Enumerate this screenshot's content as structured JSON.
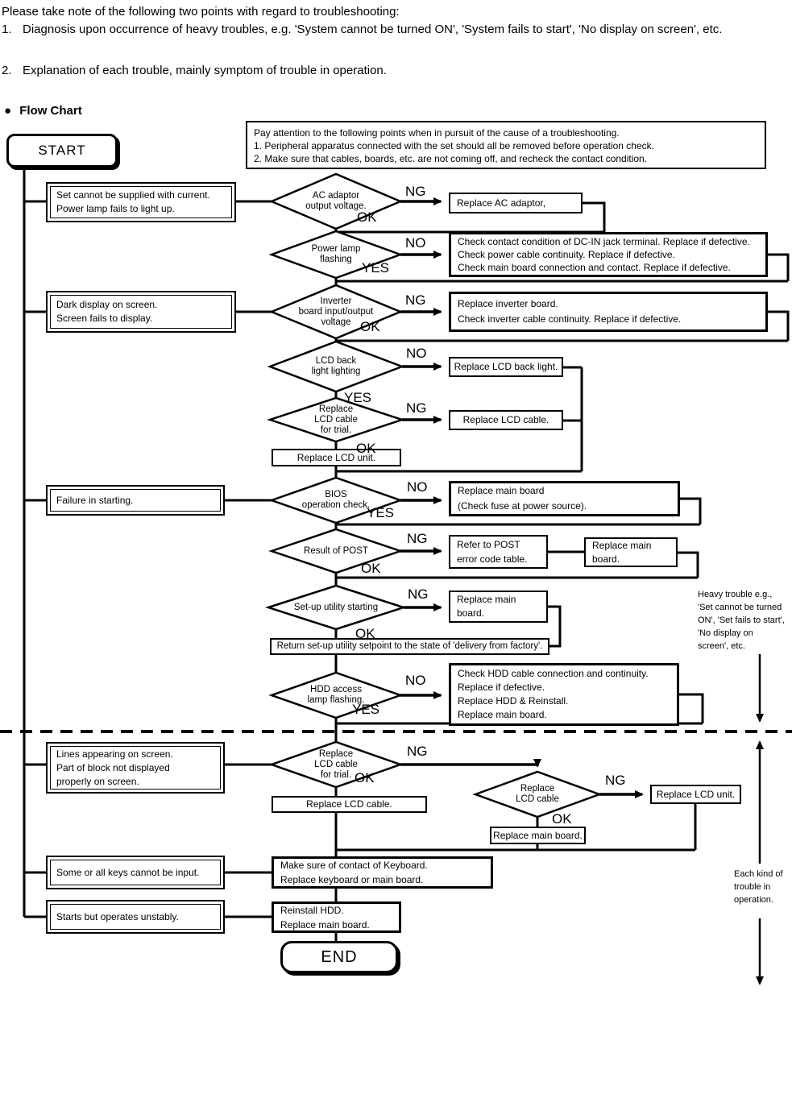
{
  "colors": {
    "ink": "#000000",
    "paper": "#ffffff"
  },
  "header": {
    "intro": "Please take note of the following two points with regard to troubleshooting:",
    "item1_num": "1.",
    "item1_text": "Diagnosis upon occurrence of heavy troubles, e.g. 'System cannot be turned ON',  'System fails to start', 'No display on screen', etc.",
    "item2_num": "2.",
    "item2_text": "Explanation of each trouble, mainly symptom of trouble in operation.",
    "section_bullet": "●",
    "section_title": "Flow Chart"
  },
  "labels": {
    "ng": "NG",
    "no": "NO",
    "ok": "OK",
    "yes": "YES"
  },
  "terminals": {
    "start": "START",
    "end": "END"
  },
  "note": {
    "line1": "Pay attention to the following points when in pursuit of the cause of a troubleshooting.",
    "line2": "1. Peripheral apparatus connected with the set should all be removed before operation check.",
    "line3": "2. Make sure that cables, boards, etc. are not coming off, and recheck the contact condition."
  },
  "symptoms": {
    "power": {
      "line1": "Set cannot be supplied with current.",
      "line2": "Power lamp fails to light up."
    },
    "display": {
      "line1": "Dark display on screen.",
      "line2": "Screen fails to display."
    },
    "starting": {
      "line1": "Failure in starting."
    },
    "lines": {
      "line1": "Lines appearing on screen.",
      "line2": "Part of block not displayed",
      "line3": "properly on screen."
    },
    "keys": {
      "line1": "Some or all keys cannot be input."
    },
    "unstable": {
      "line1": "Starts but operates unstably."
    }
  },
  "decisions": {
    "ac_adaptor": {
      "line1": "AC adaptor",
      "line2": "output voltage."
    },
    "power_lamp": {
      "line1": "Power lamp",
      "line2": "flashing"
    },
    "inverter": {
      "line1": "Inverter",
      "line2": "board input/output",
      "line3": "voltage"
    },
    "backlight": {
      "line1": "LCD back",
      "line2": "light lighting"
    },
    "lcd_cable_trial1": {
      "line1": "Replace",
      "line2": "LCD cable",
      "line3": "for trial."
    },
    "bios": {
      "line1": "BIOS",
      "line2": "operation check."
    },
    "post": {
      "line1": "Result of POST"
    },
    "setup": {
      "line1": "Set-up utility starting"
    },
    "hdd_lamp": {
      "line1": "HDD access",
      "line2": "lamp flashing."
    },
    "lcd_cable_trial2": {
      "line1": "Replace",
      "line2": "LCD cable",
      "line3": "for trial."
    },
    "lcd_cable2": {
      "line1": "Replace",
      "line2": "LCD cable"
    }
  },
  "actions": {
    "ac": {
      "line1": "Replace AC adaptor,"
    },
    "dcin": {
      "line1": "Check contact condition of DC-IN jack terminal. Replace if defective.",
      "line2": "Check power cable continuity.  Replace if defective.",
      "line3": "Check main board connection and contact. Replace if defective."
    },
    "inverter": {
      "line1": "Replace inverter board.",
      "line2": "Check inverter cable continuity. Replace if defective."
    },
    "backlight": {
      "line1": "Replace LCD back light."
    },
    "lcd_cable_ng": {
      "line1": "Replace LCD cable."
    },
    "lcd_unit": {
      "line1": "Replace LCD unit."
    },
    "mainboard_fuse": {
      "line1": "Replace main board",
      "line2": "(Check fuse at power source)."
    },
    "post_table": {
      "line1": "Refer to POST",
      "line2": "error code table."
    },
    "mainboard_post": {
      "line1": "Replace main board."
    },
    "mainboard_setup": {
      "line1": "Replace main board."
    },
    "setup_return": {
      "line1": "Return set-up utility setpoint to the state of 'delivery from factory'."
    },
    "hdd": {
      "line1": "Check HDD cable connection and continuity.",
      "line2": "Replace if defective.",
      "line3": "Replace HDD & Reinstall.",
      "line4": "Replace main board."
    },
    "lcd_cable_ok": {
      "line1": "Replace LCD cable."
    },
    "lcd_unit2": {
      "line1": "Replace LCD unit."
    },
    "mainboard_lcd": {
      "line1": "Replace main board."
    },
    "keyboard": {
      "line1": "Make sure of contact of Keyboard.",
      "line2": "Replace keyboard or main board."
    },
    "reinstall": {
      "line1": "Reinstall HDD.",
      "line2": "Replace main board."
    }
  },
  "annotations": {
    "heavy": {
      "line1": "Heavy trouble e.g.,",
      "line2": "'Set cannot be turned",
      "line3": "ON', 'Set fails to start',",
      "line4": "'No display on",
      "line5": "screen', etc."
    },
    "each": {
      "line1": "Each kind of",
      "line2": "trouble in",
      "line3": "operation."
    }
  }
}
